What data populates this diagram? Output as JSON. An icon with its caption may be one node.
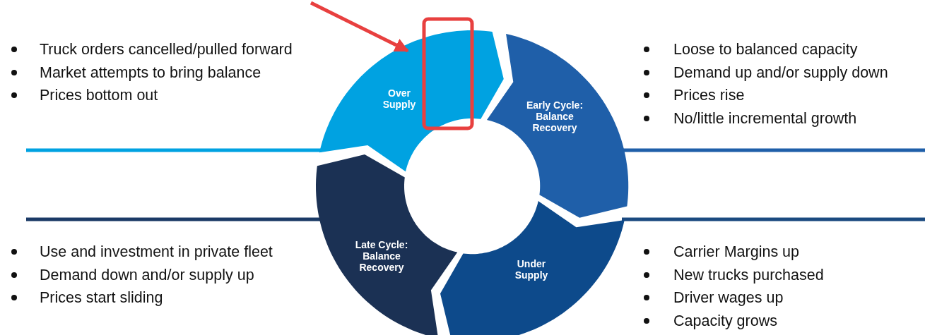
{
  "diagram": {
    "nodes": [
      {
        "text": [
          "Over Supply"
        ]
      },
      {
        "text": [
          "Early Cycle: Balance Recovery"
        ]
      },
      {
        "text": [
          "Under Supply"
        ]
      },
      {
        "text": [
          "Late Cycle: Balance Recovery"
        ]
      },
      {
        "text": [],
        "shape": "box"
      }
    ],
    "edges": [
      {
        "from": null,
        "to": 4,
        "arrow": "to",
        "color": "#e8403f"
      }
    ],
    "labels": [
      "Truck orders cancelled/pulled forward",
      "Market attempts to bring balance",
      "Prices bottom out",
      "Loose to balanced capacity",
      "Demand up and/or supply down",
      "Prices rise",
      "No/little incremental growth",
      "Use and investment in private fleet",
      "Demand down and/or supply up",
      "Prices start sliding",
      "Carrier Margins up",
      "New trucks purchased",
      "Driver wages up",
      "Capacity grows"
    ]
  }
}
